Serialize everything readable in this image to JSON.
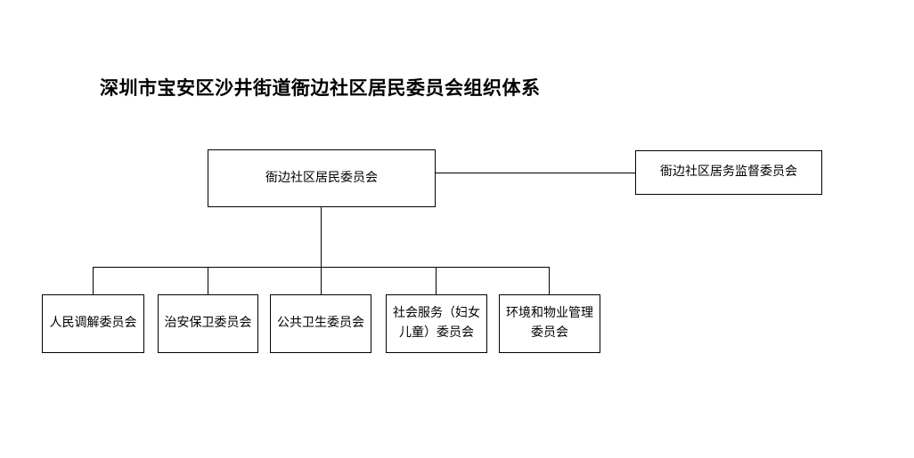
{
  "title": "深圳市宝安区沙井街道衙边社区居民委员会组织体系",
  "org_chart": {
    "root": {
      "label": "衙边社区居民委员会"
    },
    "supervisor": {
      "label": "衙边社区居务监督委员会"
    },
    "committees": [
      {
        "label": "人民调解委员会"
      },
      {
        "label": "治安保卫委员会"
      },
      {
        "label": "公共卫生委员会"
      },
      {
        "label": "社会服务（妇女儿童）委员会"
      },
      {
        "label": "环境和物业管理委员会"
      }
    ]
  },
  "colors": {
    "background": "#ffffff",
    "line": "#000000",
    "text": "#000000"
  }
}
